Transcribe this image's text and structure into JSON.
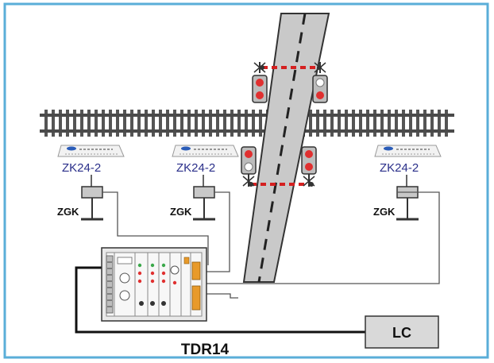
{
  "diagram": {
    "sensors": [
      {
        "label": "ZK24-2",
        "ground_label": "ZGK"
      },
      {
        "label": "ZK24-2",
        "ground_label": "ZGK"
      },
      {
        "label": "ZK24-2",
        "ground_label": "ZGK"
      }
    ],
    "controller_label": "LC",
    "unit_label": "TDR14"
  },
  "colors": {
    "frame": "#5aaed8",
    "sensor_text": "#2a2f8a",
    "signal_red": "#e03030",
    "barrier_red": "#d42020",
    "rack_orange": "#e89a2a",
    "box_fill": "#d9d9d9",
    "road_fill": "#c9c9c9",
    "rail_dark": "#4a4a4a"
  }
}
